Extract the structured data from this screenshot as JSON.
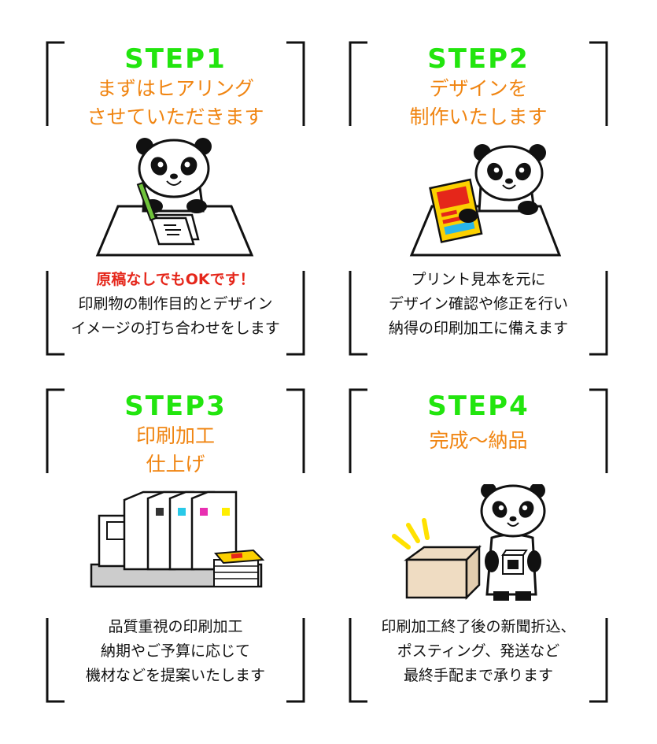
{
  "colors": {
    "step": "#22e50e",
    "subtitle": "#f08512",
    "emphasis": "#e5261a",
    "text": "#111111",
    "bracket": "#111111"
  },
  "steps": [
    {
      "step": "STEP1",
      "subtitle": [
        "まずはヒアリング",
        "させていただきます"
      ],
      "emphasis": "原稿なしでもOKです！",
      "description": [
        "印刷物の制作目的とデザイン",
        "イメージの打ち合わせをします"
      ],
      "illustration": "panda-writing-icon"
    },
    {
      "step": "STEP2",
      "subtitle": [
        "デザインを",
        "制作いたします"
      ],
      "emphasis": "",
      "description": [
        "プリント見本を元に",
        "デザイン確認や修正を行い",
        "納得の印刷加工に備えます"
      ],
      "illustration": "panda-proof-icon"
    },
    {
      "step": "STEP3",
      "subtitle": [
        "印刷加工",
        "仕上げ"
      ],
      "emphasis": "",
      "description": [
        "品質重視の印刷加工",
        "納期やご予算に応じて",
        "機材などを提案いたします"
      ],
      "illustration": "printer-machine-icon"
    },
    {
      "step": "STEP4",
      "subtitle": [
        "完成～納品"
      ],
      "emphasis": "",
      "description": [
        "印刷加工終了後の新聞折込、",
        "ポスティング、発送など",
        "最終手配まで承ります"
      ],
      "illustration": "panda-delivery-icon"
    }
  ]
}
